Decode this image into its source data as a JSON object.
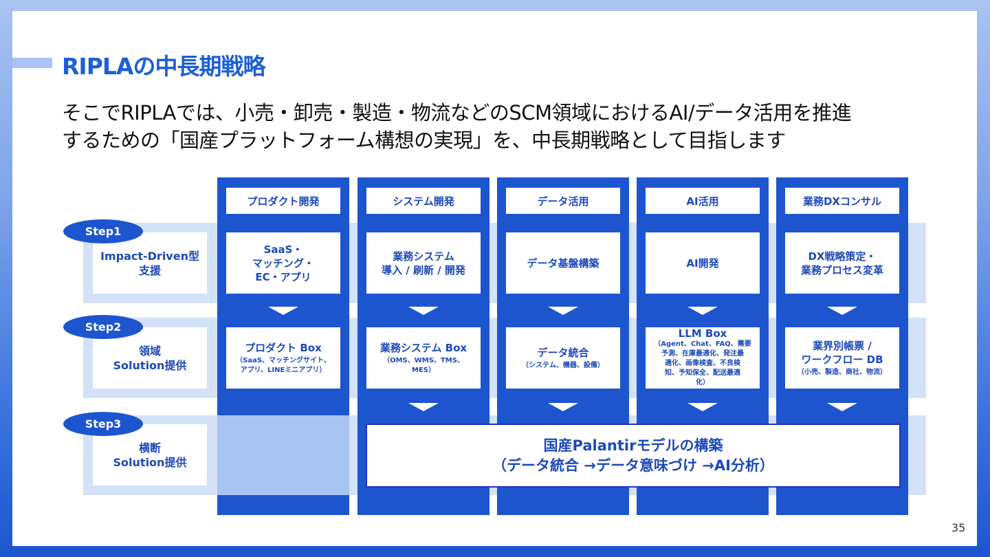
{
  "slide": {
    "title": "RIPLAの中長期戦略",
    "subtitle_line1": "そこでRIPLAでは、小売・卸売・製造・物流などのSCM領域におけるAI/データ活用を推進",
    "subtitle_line2": "するための「国産プラットフォーム構想の実現」を、中長期戦略として目指します",
    "page_number": "35"
  },
  "columns": [
    {
      "header": "プロダクト開発"
    },
    {
      "header": "システム開発"
    },
    {
      "header": "データ活用"
    },
    {
      "header": "AI活用"
    },
    {
      "header": "業務DXコンサル"
    }
  ],
  "steps": [
    {
      "pill": "Step1",
      "label_line1": "Impact-Driven型",
      "label_line2": "支援"
    },
    {
      "pill": "Step2",
      "label_line1": "領域",
      "label_line2": "Solution提供"
    },
    {
      "pill": "Step3",
      "label_line1": "横断",
      "label_line2": "Solution提供"
    }
  ],
  "step1_cells": [
    {
      "line1": "SaaS・",
      "line2": "マッチング・",
      "line3": "EC・アプリ"
    },
    {
      "line1": "業務システム",
      "line2": "導入 / 刷新 / 開発"
    },
    {
      "line1": "データ基盤構築"
    },
    {
      "line1": "AI開発"
    },
    {
      "line1": "DX戦略策定・",
      "line2": "業務プロセス変革"
    }
  ],
  "step2_cells": [
    {
      "main": "プロダクト Box",
      "sub1": "（SaaS、マッチングサイト、",
      "sub2": "アプリ、LINEミニアプリ）"
    },
    {
      "main": "業務システム Box",
      "sub1": "（OMS、WMS、TMS、",
      "sub2": "MES）"
    },
    {
      "main": "データ統合",
      "sub1": "（システム、機器、設備）"
    },
    {
      "main": "LLM Box",
      "sub1": "（Agent、Chat、FAQ、需要",
      "sub2": "予測、在庫最適化、発注最",
      "sub3": "適化、画像検査、不良検",
      "sub4": "知、予知保全、配送最適",
      "sub5": "化）"
    },
    {
      "main1": "業界別帳票 /",
      "main2": "ワークフロー DB",
      "sub1": "（小売、製造、商社、物流）"
    }
  ],
  "step3": {
    "line1": "国産Palantirモデルの構築",
    "line2": "（データ統合 →データ意味づけ →AI分析）"
  },
  "colors": {
    "primary_blue": "#1d55cf",
    "title_blue": "#1d5fd6",
    "text_blue": "#1d49b8",
    "band_light": "#d3e2f8",
    "accent_light": "#a9c3f2"
  }
}
